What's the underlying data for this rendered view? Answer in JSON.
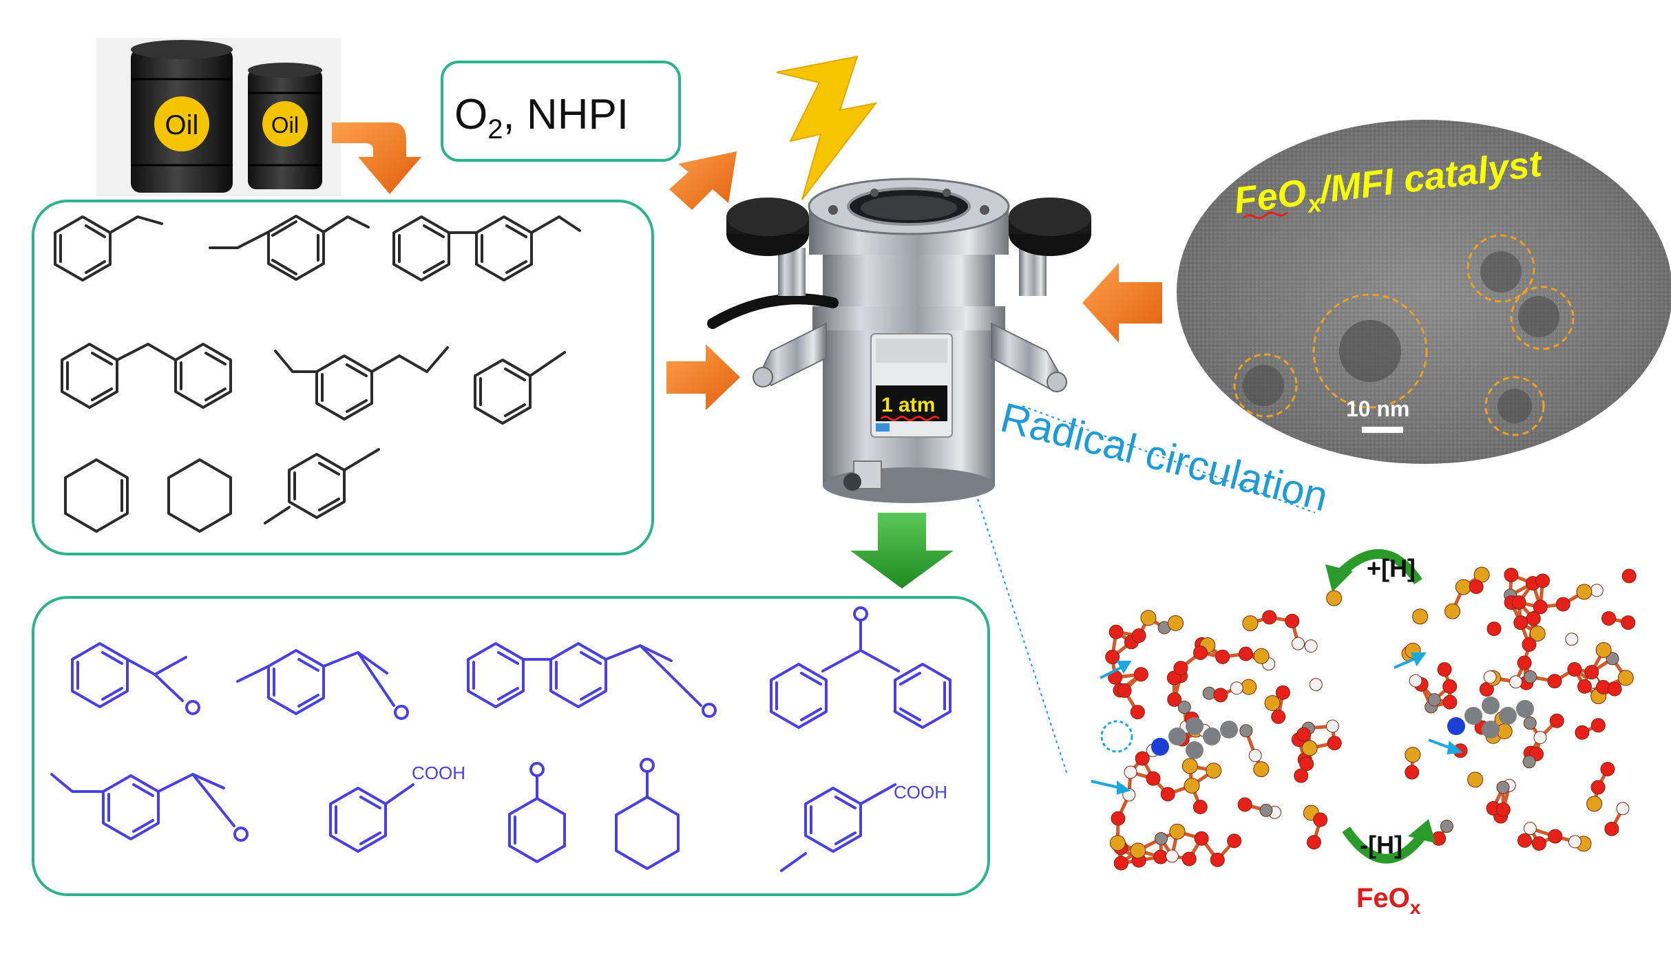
{
  "barrels": [
    {
      "label": "Oil"
    },
    {
      "label": "Oil"
    }
  ],
  "reagent": {
    "prefix": "O",
    "sub": "2",
    "suffix": ", NHPI"
  },
  "reactor": {
    "pressure": "1 atm"
  },
  "catalyst": {
    "title_prefix": "FeO",
    "title_sub": "x",
    "title_suffix": "/MFI catalyst",
    "scale": "10 nm"
  },
  "mechanism": {
    "circulation": "Radical circulation",
    "top_arrow": "+[H]",
    "bottom_arrow": "-[H]",
    "feox_prefix": "FeO",
    "feox_sub": "x"
  },
  "products": {
    "cooh_1": "COOH",
    "cooh_2": "COOH"
  },
  "colors": {
    "box_border": "#2db38a",
    "orange_arrow": "#f07820",
    "green_arrow": "#2a9a2a",
    "product_blue": "#4a3fe0",
    "cyan_label": "#1e9bd6",
    "atom_red": "#e8201a",
    "atom_gold": "#e2a21c",
    "feox_red": "#e01b1b",
    "lightning": "#f7c400"
  }
}
